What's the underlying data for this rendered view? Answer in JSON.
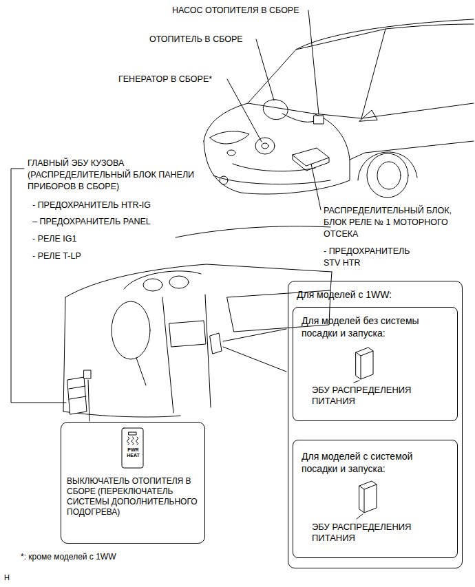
{
  "diagram": {
    "nodes": [
      {
        "text": [
          "Для моделей с 1WW:"
        ]
      },
      {
        "text": [
          "Для моделей без системы посадки и запуска:",
          "ЭБУ РАСПРЕДЕЛЕНИЯ ПИТАНИЯ"
        ],
        "in": 0
      },
      {
        "text": [
          "Для моделей с системой посадки и запуска:",
          "ЭБУ РАСПРЕДЕЛЕНИЯ ПИТАНИЯ"
        ],
        "in": 0
      },
      {
        "text": [
          "PWR HEAT",
          "ВЫКЛЮЧАТЕЛЬ ОТОПИТЕЛЯ В СБОРЕ (ПЕРЕКЛЮЧАТЕЛЬ СИСТЕМЫ ДОПОЛНИТЕЛЬНОГО ПОДОГРЕВА)"
        ]
      }
    ],
    "labels": [
      "НАСОС ОТОПИТЕЛЯ В СБОРЕ",
      "ОТОПИТЕЛЬ В СБОРЕ",
      "ГЕНЕРАТОР В СБОРЕ*",
      "ГЛАВНЫЙ ЭБУ КУЗОВА (РАСПРЕДЕЛИТЕЛЬНЫЙ БЛОК ПАНЕЛИ ПРИБОРОВ В СБОРЕ)",
      "- ПРЕДОХРАНИТЕЛЬ HTR-IG",
      "– ПРЕДОХРАНИТЕЛЬ PANEL",
      "- РЕЛЕ IG1",
      "- РЕЛЕ T-LP",
      "РАСПРЕДЕЛИТЕЛЬНЫЙ БЛОК, БЛОК РЕЛЕ № 1 МОТОРНОГО ОТСЕКА",
      "- ПРЕДОХРАНИТЕЛЬ STV HTR",
      "*: кроме моделей с 1WW",
      "H"
    ]
  }
}
